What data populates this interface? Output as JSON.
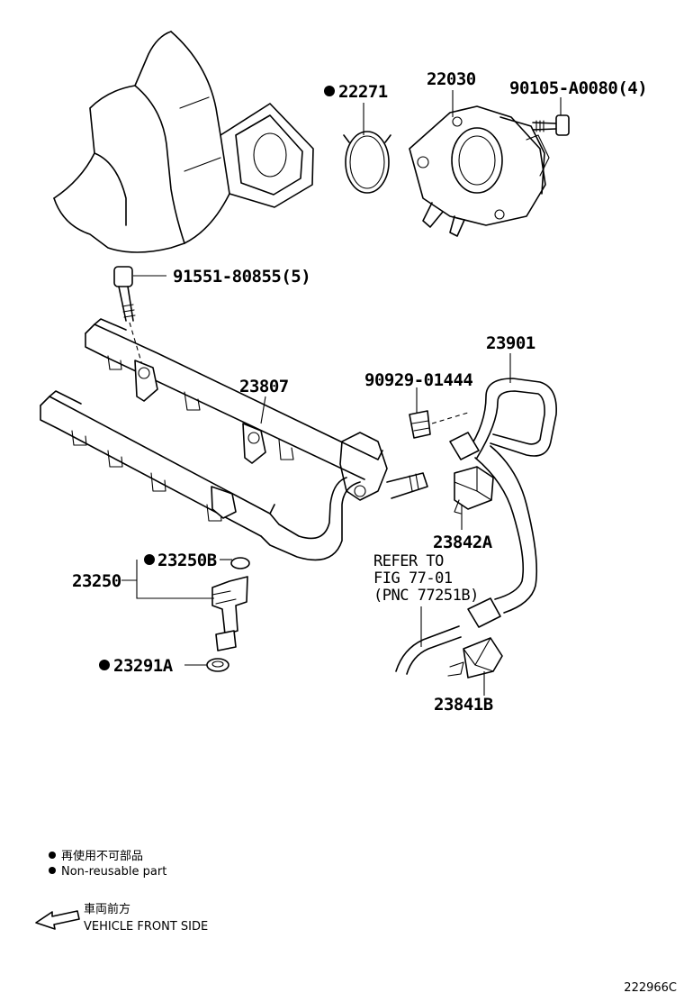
{
  "parts": {
    "p22271": {
      "code": "22271",
      "non_reusable": true
    },
    "p22030": {
      "code": "22030",
      "non_reusable": false
    },
    "p90105": {
      "code": "90105-A0080(4)",
      "non_reusable": false
    },
    "p91551": {
      "code": "91551-80855(5)",
      "non_reusable": false
    },
    "p23807": {
      "code": "23807",
      "non_reusable": false
    },
    "p90929": {
      "code": "90929-01444",
      "non_reusable": false
    },
    "p23901": {
      "code": "23901",
      "non_reusable": false
    },
    "p23842A": {
      "code": "23842A",
      "non_reusable": false
    },
    "p23250B": {
      "code": "23250B",
      "non_reusable": true
    },
    "p23250": {
      "code": "23250",
      "non_reusable": false
    },
    "p23291A": {
      "code": "23291A",
      "non_reusable": true
    },
    "p23841B": {
      "code": "23841B",
      "non_reusable": false
    }
  },
  "reference": {
    "line1": "REFER TO",
    "line2": "FIG 77-01",
    "line3": "(PNC 77251B)"
  },
  "legend": {
    "non_reusable_jp": "再使用不可部品",
    "non_reusable_en": "Non-reusable part",
    "front_jp": "車両前方",
    "front_en": "VEHICLE FRONT SIDE"
  },
  "figure_number": "222966C"
}
